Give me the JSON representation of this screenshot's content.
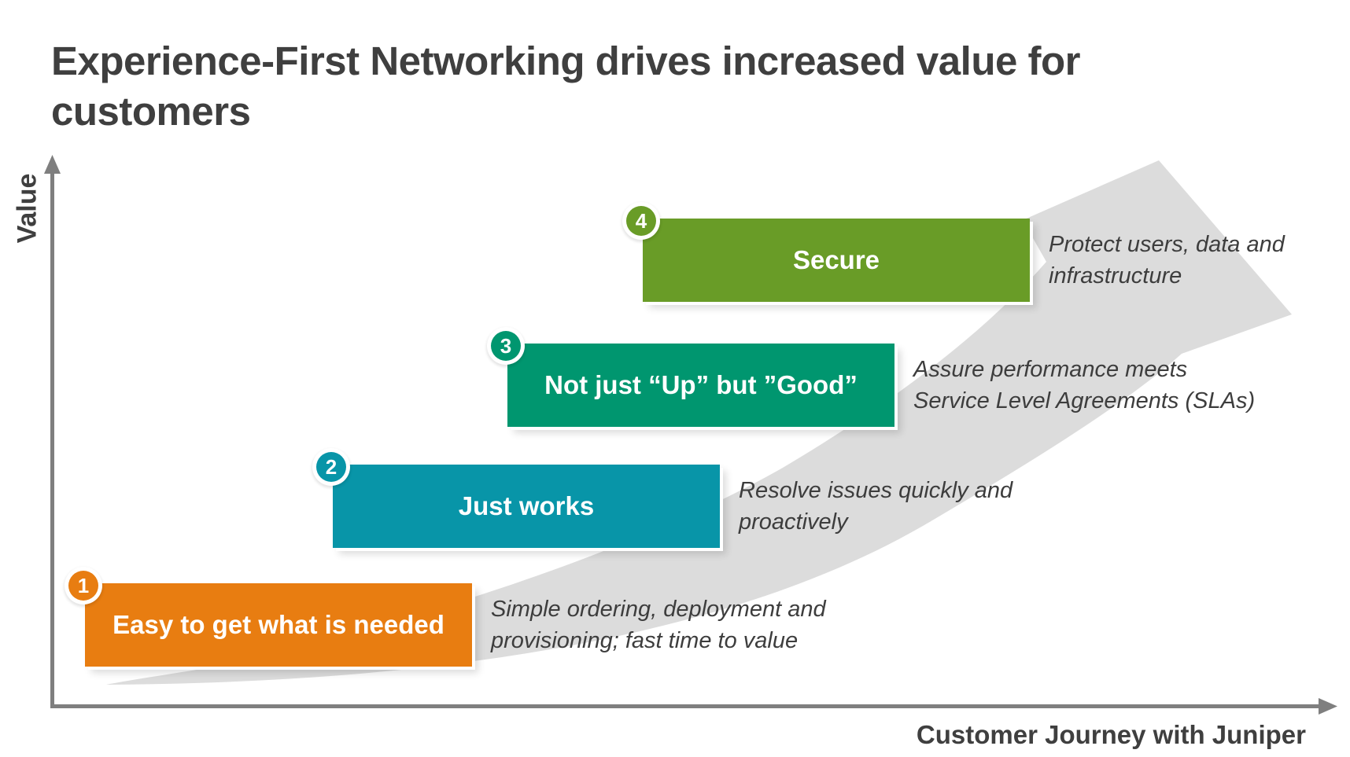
{
  "title": "Experience-First Networking drives increased value for customers",
  "axes": {
    "y_label": "Value",
    "x_label": "Customer Journey with Juniper"
  },
  "steps": [
    {
      "number": "1",
      "label": "Easy to get what is needed",
      "description_lines": [
        "Simple ordering, deployment and",
        "provisioning; fast time to value"
      ],
      "color": "#E87D11"
    },
    {
      "number": "2",
      "label": "Just works",
      "description_lines": [
        "Resolve issues quickly and",
        "proactively"
      ],
      "color": "#0895A8"
    },
    {
      "number": "3",
      "label": "Not just “Up” but ”Good”",
      "description_lines": [
        "Assure performance meets",
        "Service Level Agreements (SLAs)"
      ],
      "color": "#00966F"
    },
    {
      "number": "4",
      "label": "Secure",
      "description_lines": [
        "Protect users, data and",
        "infrastructure"
      ],
      "color": "#699C27"
    }
  ],
  "colors": {
    "swoosh_arrow": "#DCDCDC",
    "axis": "#7F7F7F",
    "heading_text": "#3F3F3F",
    "description_text": "#3D3D3D",
    "bar_label_text": "#FFFFFF"
  }
}
